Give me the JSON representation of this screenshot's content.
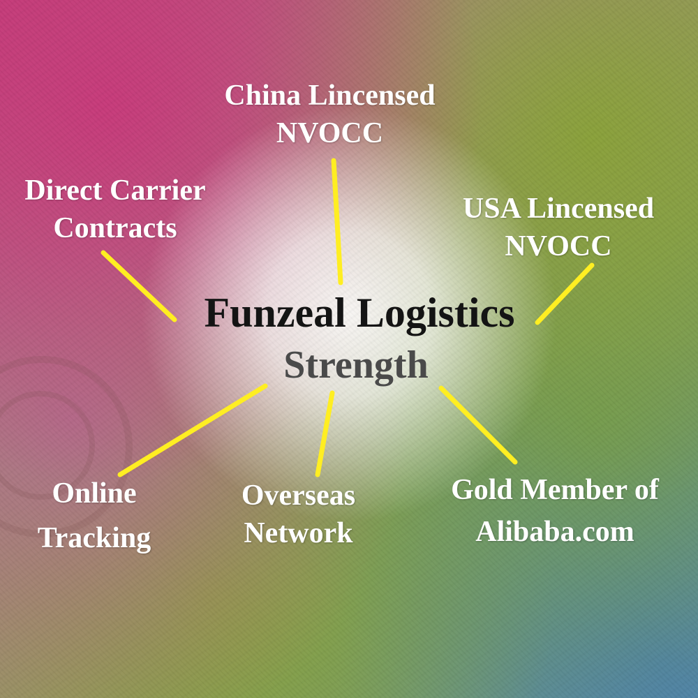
{
  "center": {
    "title": "Funzeal Logistics",
    "subtitle": "Strength"
  },
  "nodes": {
    "china": {
      "line1": "China Lincensed",
      "line2": "NVOCC"
    },
    "direct": {
      "line1": "Direct Carrier",
      "line2": "Contracts"
    },
    "usa": {
      "line1": "USA Lincensed",
      "line2": "NVOCC"
    },
    "online": {
      "line1": "Online",
      "line2": "Tracking"
    },
    "overseas": {
      "line1": "Overseas",
      "line2": "Network"
    },
    "gold": {
      "line1": "Gold Member of",
      "line2": "Alibaba.com"
    }
  },
  "colors": {
    "connector": "#ffee22",
    "label_text": "#ffffff",
    "title_text": "#141414",
    "subtitle_text": "#4a4a4a"
  }
}
